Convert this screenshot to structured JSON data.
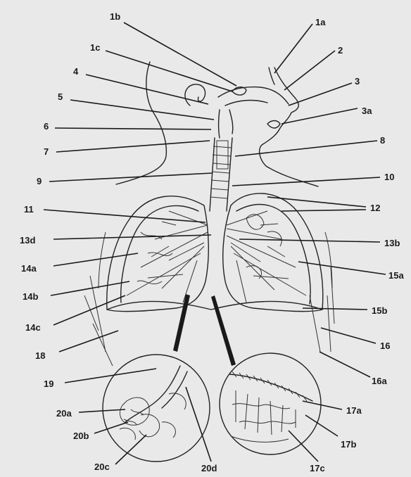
{
  "labels": {
    "l1a": "1a",
    "l1b": "1b",
    "l1c": "1c",
    "l2": "2",
    "l3": "3",
    "l3a": "3a",
    "l4": "4",
    "l5": "5",
    "l6": "6",
    "l7": "7",
    "l8": "8",
    "l9": "9",
    "l10": "10",
    "l11": "11",
    "l12": "12",
    "l13d": "13d",
    "l13b": "13b",
    "l14a": "14a",
    "l14b": "14b",
    "l14c": "14c",
    "l15a": "15a",
    "l15b": "15b",
    "l16": "16",
    "l16a": "16a",
    "l17a": "17a",
    "l17b": "17b",
    "l17c": "17c",
    "l18": "18",
    "l19": "19",
    "l20a": "20a",
    "l20b": "20b",
    "l20c": "20c",
    "l20d": "20d"
  },
  "colors": {
    "paper": "#e9e9e9",
    "ink": "#1a1a1a"
  }
}
